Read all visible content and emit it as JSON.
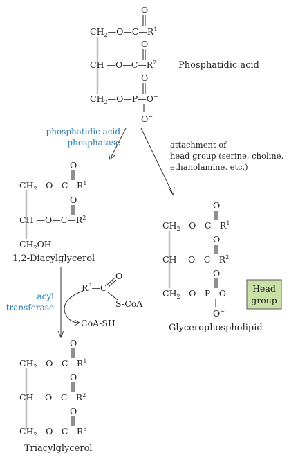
{
  "texts": {
    "phosphatidic_acid": "Phosphatidic acid",
    "enzyme1_line1": "phosphatidic acid",
    "enzyme1_line2": "phosphatase",
    "attach_line1": "attachment of",
    "attach_line2": "head group (serine, choline,",
    "attach_line3": "ethanolamine, etc.)",
    "diacylglycerol": "1,2-Diacylglycerol",
    "enzyme2_line1": "acyl",
    "enzyme2_line2": "transferase",
    "glycerophospholipid": "Glycerophospholipid",
    "triacylglycerol": "Triacylglycerol",
    "head_line1": "Head",
    "head_line2": "group",
    "acyl_coa_r": "R",
    "acyl_coa_r_sup": "3",
    "acyl_coa_scoa": "S-CoA",
    "coa_sh": "CoA-SH",
    "ch2": "CH",
    "ch2_sub": "2",
    "ch": "CH",
    "ch2oh_pre": "CH",
    "ch2oh_post": "OH",
    "o": "O",
    "c": "C",
    "p": "P",
    "r": "R",
    "o_minus": "O",
    "minus": "−",
    "r1": "1",
    "r2": "2",
    "r3": "3"
  },
  "colors": {
    "enzyme_text": "#2a7bb5",
    "head_group_fill": "#c9e0a6",
    "backbone": "#bdbdbd"
  }
}
